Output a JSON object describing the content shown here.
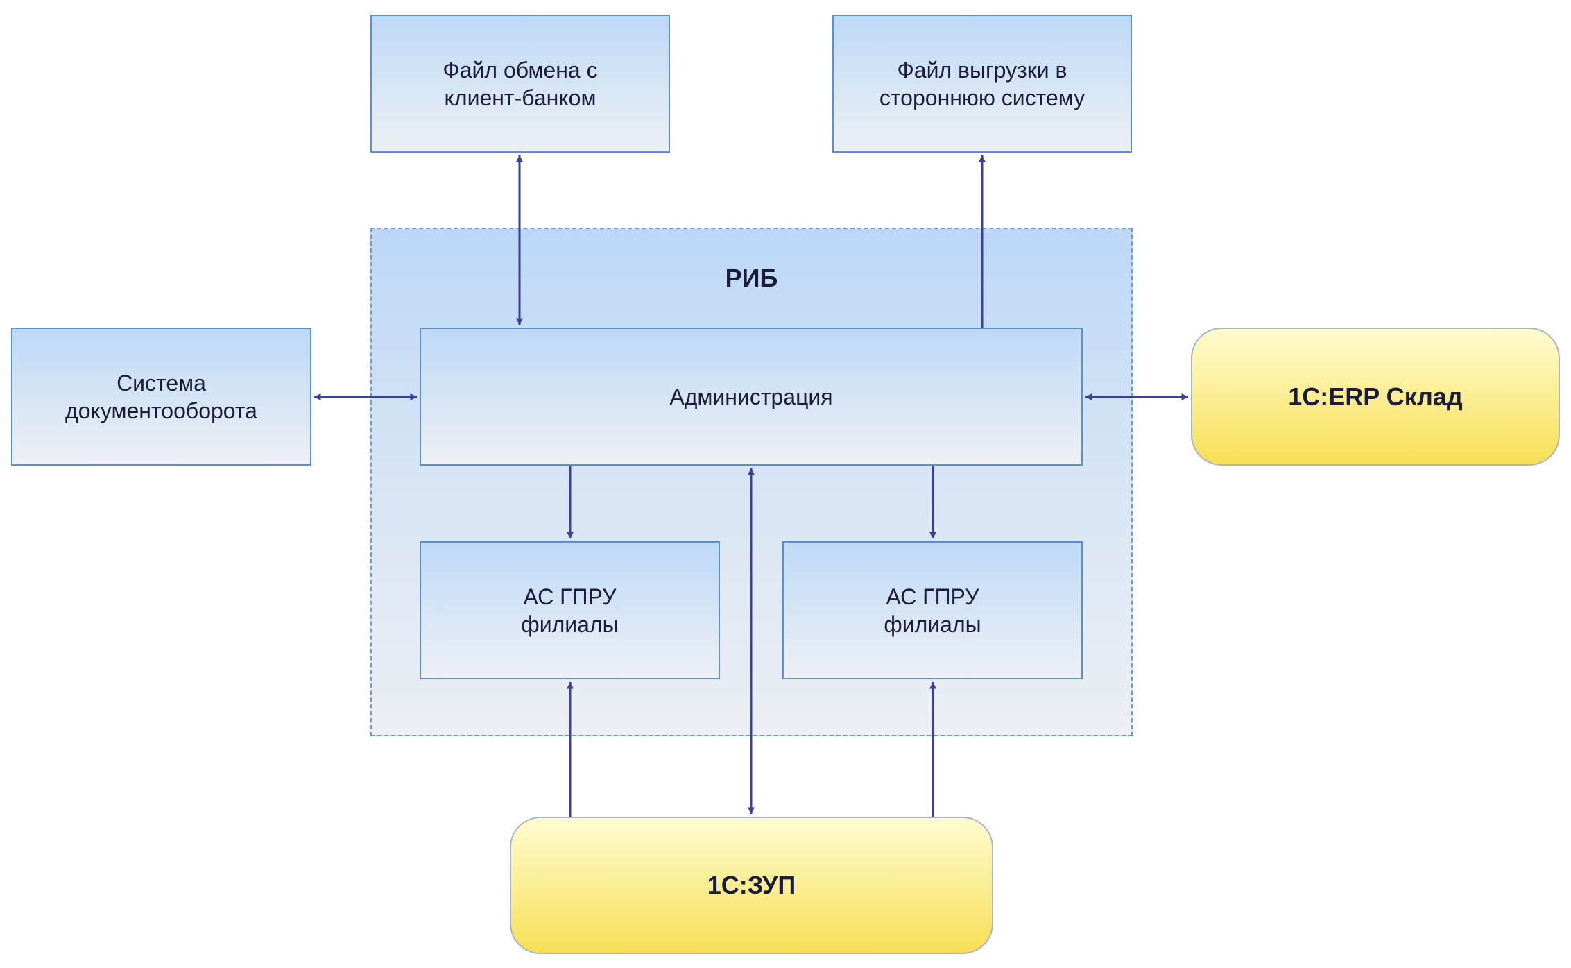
{
  "colors": {
    "arrow": "#3f3f94",
    "box_border": "#5b8fd0",
    "box_fill_top": "#bdd9f7",
    "box_fill_bottom": "#edf0f4",
    "system_fill_top": "#fffbd0",
    "system_fill_bottom": "#f7df55"
  },
  "nodes": {
    "bank_file": "Файл обмена с\nклиент-банком",
    "export_file": "Файл выгрузки в\nстороннюю систему",
    "doc_system": "Система\nдокументооборота",
    "rib_title": "РИБ",
    "administration": "Администрация",
    "erp": "1С:ERP Склад",
    "branch_left": "АС ГПРУ\nфилиалы",
    "branch_right": "АС ГПРУ\nфилиалы",
    "zup": "1С:ЗУП"
  },
  "edges": [
    {
      "from": "bank_file",
      "to": "administration",
      "direction": "both"
    },
    {
      "from": "administration",
      "to": "export_file",
      "direction": "forward"
    },
    {
      "from": "doc_system",
      "to": "administration",
      "direction": "both"
    },
    {
      "from": "administration",
      "to": "erp",
      "direction": "both"
    },
    {
      "from": "administration",
      "to": "branch_left",
      "direction": "forward"
    },
    {
      "from": "administration",
      "to": "branch_right",
      "direction": "forward"
    },
    {
      "from": "zup",
      "to": "administration",
      "direction": "both"
    },
    {
      "from": "zup",
      "to": "branch_left",
      "direction": "forward"
    },
    {
      "from": "zup",
      "to": "branch_right",
      "direction": "forward"
    }
  ]
}
